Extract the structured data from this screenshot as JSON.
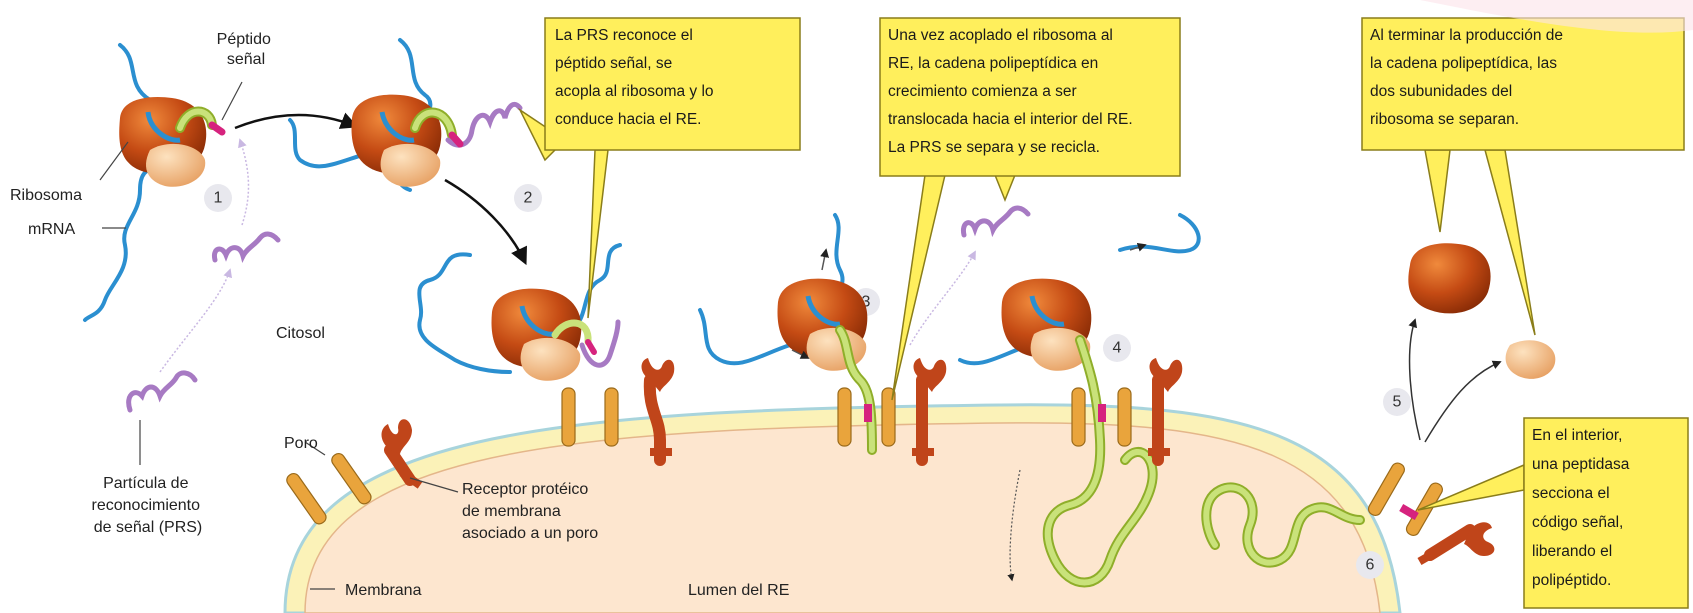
{
  "labels": {
    "peptido_senal": [
      "Péptido",
      "señal"
    ],
    "ribosoma": "Ribosoma",
    "mrna": "mRNA",
    "citosol": "Citosol",
    "poro": "Poro",
    "prs": [
      "Partícula de",
      "reconocimiento",
      "de señal (PRS)"
    ],
    "receptor": [
      "Receptor protéico",
      "de membrana",
      "asociado a un poro"
    ],
    "membrana": "Membrana",
    "lumen": "Lumen del RE"
  },
  "steps": [
    "1",
    "2",
    "3",
    "4",
    "5",
    "6"
  ],
  "callouts": {
    "box1": [
      "La PRS reconoce el",
      "péptido señal, se",
      "acopla al ribosoma y lo",
      "conduce hacia el RE."
    ],
    "box2": [
      "Una vez acoplado el ribosoma al",
      "RE, la cadena polipeptídica en",
      "crecimiento comienza a ser",
      "translocada hacia el interior del RE.",
      "La PRS se separa y se recicla."
    ],
    "box3": [
      "Al terminar la producción de",
      "la cadena polipeptídica, las",
      "dos subunidades del",
      "ribosoma se separan."
    ],
    "box4": [
      "En el interior,",
      "una peptidasa",
      "secciona el",
      "código señal,",
      "liberando el",
      "polipéptido."
    ]
  },
  "colors": {
    "callout_fill": "#ffef5c",
    "callout_stroke": "#8a7d1a",
    "lumen": "#fde6cf",
    "membrane": "#fbf2b8",
    "membrane_edge": "#a8d4dc",
    "mrna": "#2b8fd0",
    "prs": "#a77ac3",
    "peptide": "#c9e27a",
    "signal": "#d6237e",
    "ribosome_large": "#c54b14",
    "ribosome_small": "#f4c08a",
    "pore": "#e9a43c",
    "receptor": "#c0451a"
  }
}
